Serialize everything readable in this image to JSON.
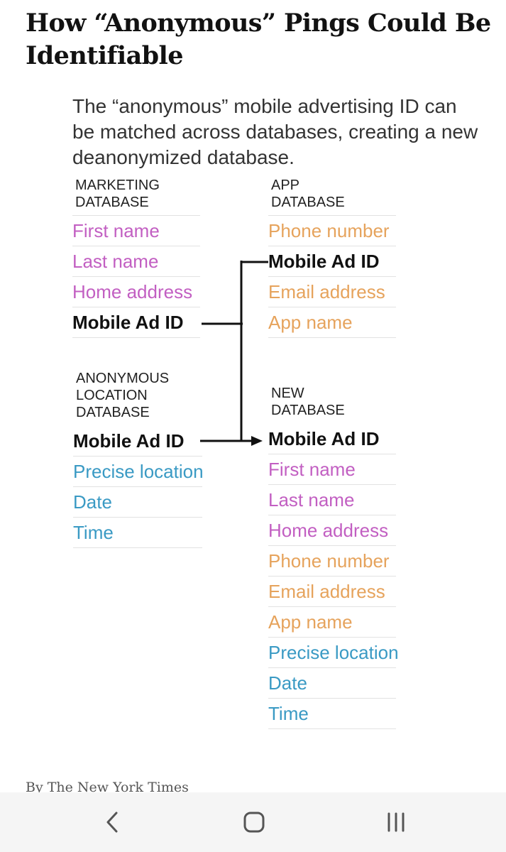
{
  "headline": "How “Anonymous” Pings Could Be Identifiable",
  "intro": "The “anonymous” mobile advertising ID can be matched across databases, creating a new deanonymized database.",
  "colors": {
    "personal": "#c25fc2",
    "app": "#e6a35c",
    "location": "#3a9ac4",
    "id": "#111111"
  },
  "marketing_db": {
    "title_line1": "MARKETING",
    "title_line2": "DATABASE",
    "fields": [
      "First name",
      "Last name",
      "Home address",
      "Mobile Ad ID"
    ]
  },
  "app_db": {
    "title_line1": "APP",
    "title_line2": "DATABASE",
    "fields": [
      "Phone number",
      "Mobile Ad ID",
      "Email address",
      "App name"
    ]
  },
  "location_db": {
    "title_line1": "ANONYMOUS",
    "title_line2": "LOCATION",
    "title_line3": "DATABASE",
    "fields": [
      "Mobile Ad ID",
      "Precise location",
      "Date",
      "Time"
    ]
  },
  "new_db": {
    "title_line1": "NEW",
    "title_line2": "DATABASE",
    "fields": [
      "Mobile Ad ID",
      "First name",
      "Last name",
      "Home address",
      "Phone number",
      "Email address",
      "App name",
      "Precise location",
      "Date",
      "Time"
    ]
  },
  "byline": "By The New York Times",
  "navbar": {
    "back_icon": "chevron-left-icon",
    "home_icon": "home-square-icon",
    "recents_icon": "recent-apps-icon"
  }
}
